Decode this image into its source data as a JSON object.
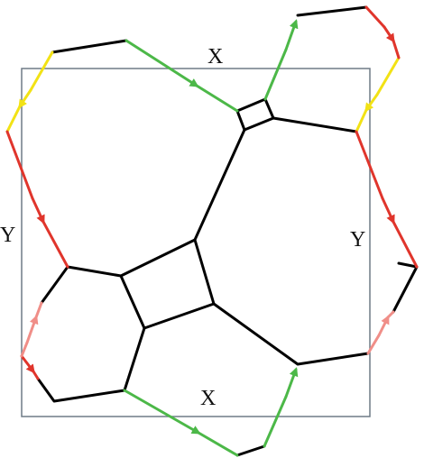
{
  "labels": {
    "top": "X",
    "bottom": "X",
    "left": "Y",
    "right": "Y"
  },
  "colors": {
    "frame": "#6e7a86",
    "edge": "#000000",
    "green": "#4cb848",
    "yellow": "#f2e215",
    "red": "#e0352c",
    "pink": "#f08e88"
  }
}
